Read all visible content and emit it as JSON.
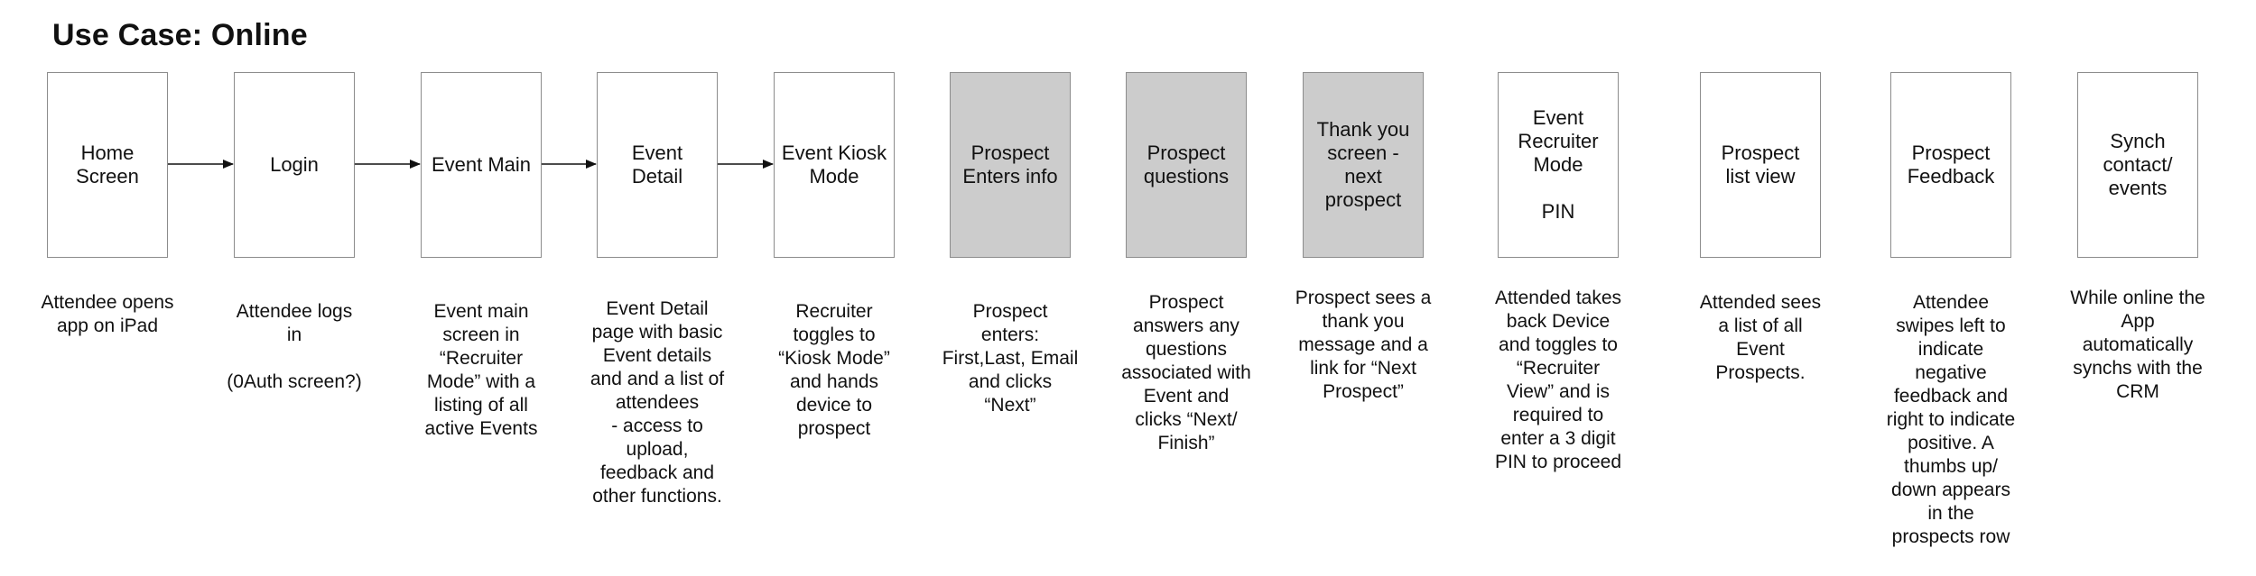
{
  "title": "Use Case: Online",
  "steps": [
    {
      "label": "Home\nScreen",
      "shaded": false,
      "description": "Attendee opens\napp on iPad"
    },
    {
      "label": "Login",
      "shaded": false,
      "description": "Attendee logs\nin\n\n(0Auth screen?)"
    },
    {
      "label": "Event Main",
      "shaded": false,
      "description": "Event main\nscreen in\n“Recruiter\nMode” with a\nlisting of all\nactive Events"
    },
    {
      "label": "Event\nDetail",
      "shaded": false,
      "description": "Event Detail\npage with basic\nEvent details\nand and a list of\nattendees\n- access to\nupload,\nfeedback and\nother functions."
    },
    {
      "label": "Event Kiosk\nMode",
      "shaded": false,
      "description": "Recruiter\ntoggles to\n“Kiosk Mode”\nand hands\ndevice to\nprospect"
    },
    {
      "label": "Prospect\nEnters info",
      "shaded": true,
      "description": "Prospect\nenters:\nFirst,Last, Email\nand clicks\n“Next”"
    },
    {
      "label": "Prospect\nquestions",
      "shaded": true,
      "description": "Prospect\nanswers any\nquestions\nassociated with\nEvent and\nclicks “Next/\nFinish”"
    },
    {
      "label": "Thank you\nscreen -\nnext\nprospect",
      "shaded": true,
      "description": "Prospect sees a\nthank you\nmessage and a\nlink for “Next\nProspect”"
    },
    {
      "label": "Event\nRecruiter\nMode\n\nPIN",
      "shaded": false,
      "description": "Attended takes\nback Device\nand toggles to\n“Recruiter\nView”  and is\nrequired to\nenter a 3 digit\nPIN to proceed"
    },
    {
      "label": "Prospect\nlist view",
      "shaded": false,
      "description": "Attended sees\na list of all\nEvent\nProspects."
    },
    {
      "label": "Prospect\nFeedback",
      "shaded": false,
      "description": "Attendee\nswipes left to\nindicate\nnegative\nfeedback and\nright to indicate\npositive. A\nthumbs up/\ndown appears\nin the\nprospects row"
    },
    {
      "label": "Synch\ncontact/\nevents",
      "shaded": false,
      "description": "While online the\nApp\nautomatically\nsynchs with the\nCRM"
    }
  ],
  "connectors": [
    {
      "from": 0,
      "to": 1
    },
    {
      "from": 1,
      "to": 2
    },
    {
      "from": 2,
      "to": 3
    },
    {
      "from": 3,
      "to": 4
    }
  ]
}
